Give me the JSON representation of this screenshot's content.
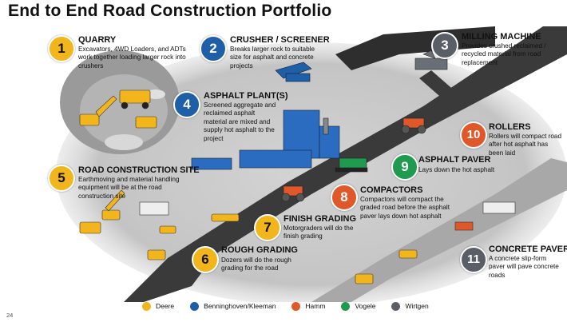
{
  "title": "End to End Road Construction Portfolio",
  "page_number": "24",
  "colors": {
    "deere": "#f2b51c",
    "benninghoven": "#1f5fa8",
    "hamm": "#e0582a",
    "vogele": "#1f9a4f",
    "wirtgen": "#5a5e66"
  },
  "steps": [
    {
      "num": "1",
      "title": "QUARRY",
      "desc": "Excavators, 4WD Loaders, and ADTs work together loading larger rock into crushers",
      "color": "#f2b51c"
    },
    {
      "num": "2",
      "title": "CRUSHER / SCREENER",
      "desc": "Breaks larger rock to suitable size for asphalt and concrete projects",
      "color": "#1f5fa8"
    },
    {
      "num": "3",
      "title": "MILLING MACHINE",
      "desc": "Provides crushed reclaimed / recycled material from road replacement",
      "color": "#5a5e66"
    },
    {
      "num": "4",
      "title": "ASPHALT PLANT(S)",
      "desc": "Screened aggregate and reclaimed asphalt material are mixed and supply hot asphalt to the project",
      "color": "#1f5fa8"
    },
    {
      "num": "5",
      "title": "ROAD CONSTRUCTION SITE",
      "desc": "Earthmoving and material handling equipment will be at the road construction site",
      "color": "#f2b51c"
    },
    {
      "num": "6",
      "title": "ROUGH GRADING",
      "desc": "Dozers will do the rough grading for the road",
      "color": "#f2b51c"
    },
    {
      "num": "7",
      "title": "FINISH GRADING",
      "desc": "Motorgraders will do the finish grading",
      "color": "#f2b51c"
    },
    {
      "num": "8",
      "title": "COMPACTORS",
      "desc": "Compactors will compact the graded road before the asphalt paver lays down hot asphalt",
      "color": "#e0582a"
    },
    {
      "num": "9",
      "title": "ASPHALT PAVER",
      "desc": "Lays down the hot asphalt",
      "color": "#1f9a4f"
    },
    {
      "num": "10",
      "title": "ROLLERS",
      "desc": "Rollers will compact road after hot asphalt has been laid",
      "color": "#e0582a"
    },
    {
      "num": "11",
      "title": "CONCRETE PAVER",
      "desc": "A concrete slip-form paver will pave concrete roads",
      "color": "#5a5e66"
    }
  ],
  "legend": [
    {
      "label": "Deere",
      "color": "#f2b51c"
    },
    {
      "label": "Benninghoven/Kleeman",
      "color": "#1f5fa8"
    },
    {
      "label": "Hamm",
      "color": "#e0582a"
    },
    {
      "label": "Vogele",
      "color": "#1f9a4f"
    },
    {
      "label": "Wirtgen",
      "color": "#5a5e66"
    }
  ]
}
